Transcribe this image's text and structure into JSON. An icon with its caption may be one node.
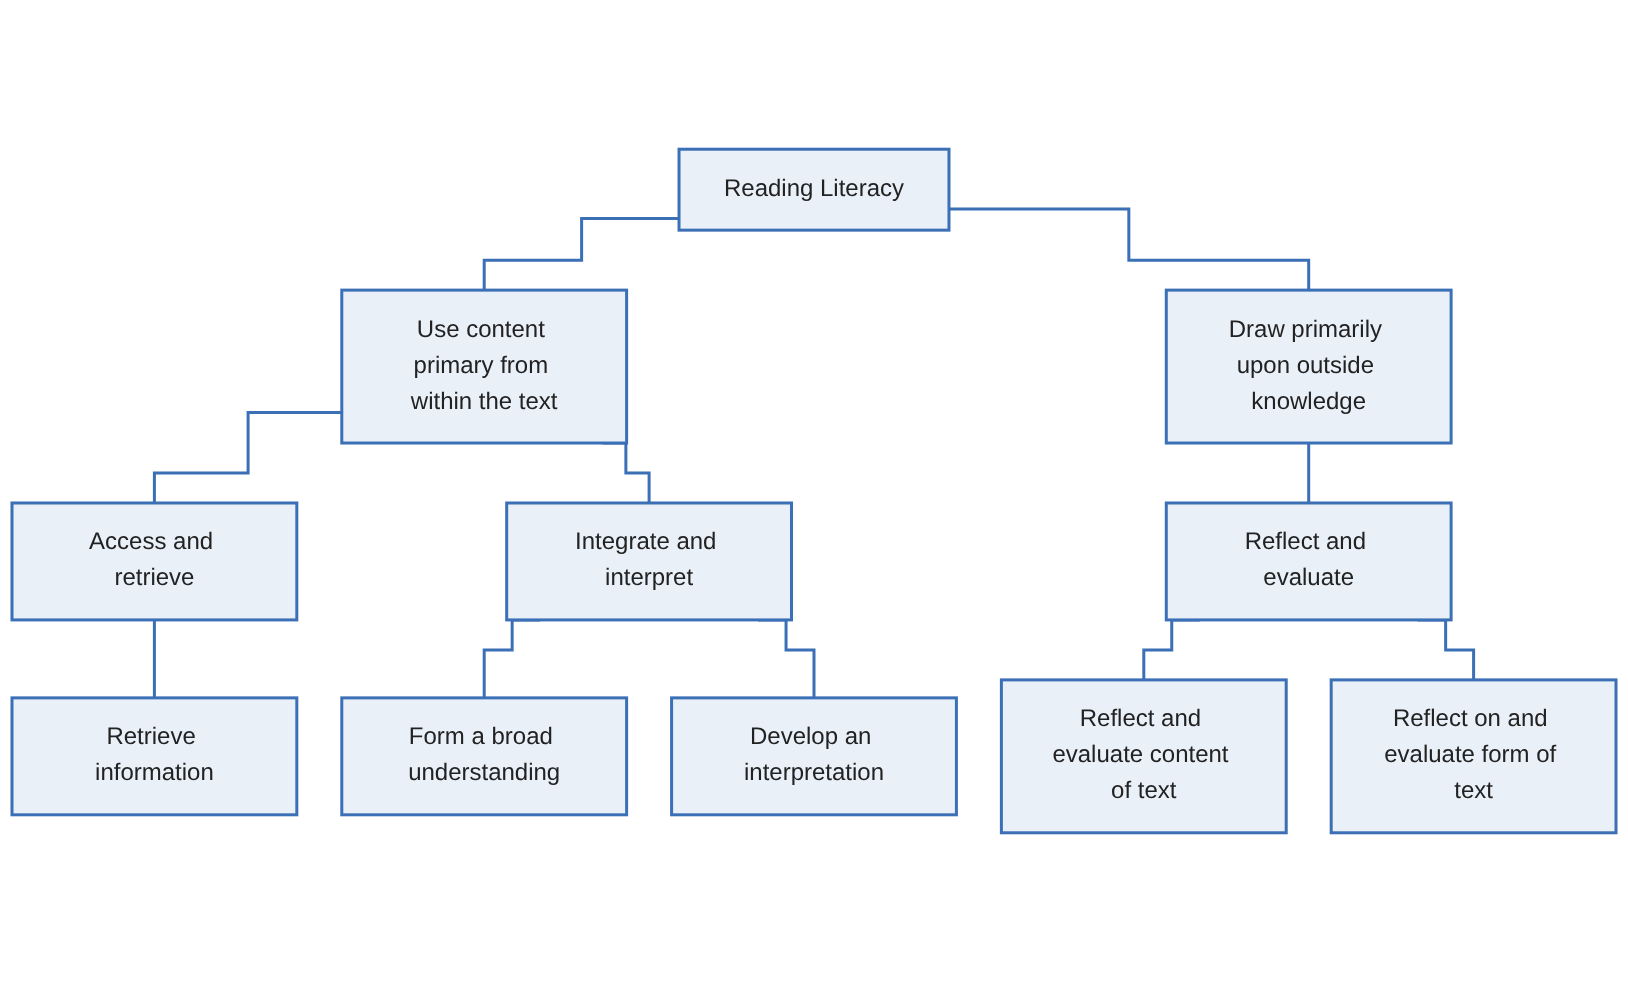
{
  "diagram": {
    "nodes": [
      {
        "text": [
          "Reading Literacy"
        ]
      },
      {
        "text": [
          "Use content primary from within the text"
        ]
      },
      {
        "text": [
          "Draw primarily upon outside knowledge"
        ]
      },
      {
        "text": [
          "Access and retrieve"
        ]
      },
      {
        "text": [
          "Integrate and interpret"
        ]
      },
      {
        "text": [
          "Reflect and evaluate"
        ]
      },
      {
        "text": [
          "Retrieve information"
        ]
      },
      {
        "text": [
          "Form a broad understanding"
        ]
      },
      {
        "text": [
          "Develop an interpretation"
        ]
      },
      {
        "text": [
          "Reflect and evaluate content of text"
        ]
      },
      {
        "text": [
          "Reflect on and evaluate form of text"
        ]
      }
    ],
    "edges": [
      {
        "from": 0,
        "to": 1,
        "arrow": "none"
      },
      {
        "from": 0,
        "to": 2,
        "arrow": "none"
      },
      {
        "from": 1,
        "to": 3,
        "arrow": "none"
      },
      {
        "from": 1,
        "to": 4,
        "arrow": "none"
      },
      {
        "from": 2,
        "to": 5,
        "arrow": "none"
      },
      {
        "from": 3,
        "to": 6,
        "arrow": "none"
      },
      {
        "from": 4,
        "to": 7,
        "arrow": "none"
      },
      {
        "from": 4,
        "to": 8,
        "arrow": "none"
      },
      {
        "from": 5,
        "to": 9,
        "arrow": "none"
      },
      {
        "from": 5,
        "to": 10,
        "arrow": "none"
      }
    ]
  }
}
